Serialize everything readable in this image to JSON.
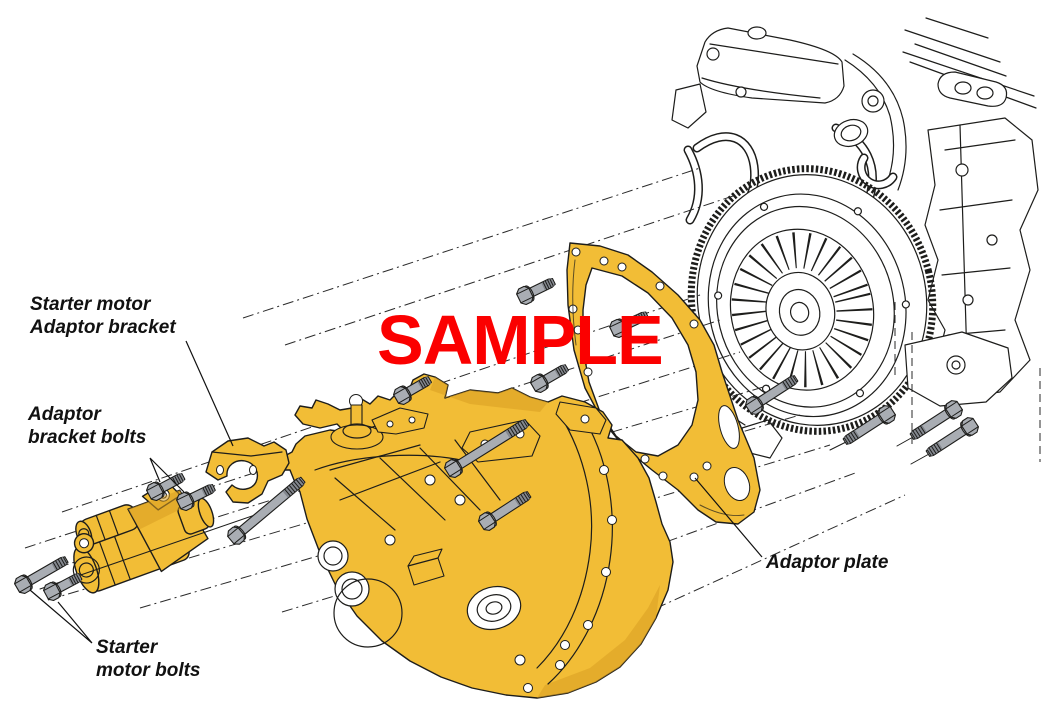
{
  "diagram": {
    "watermark_text": "SAMPLE",
    "labels": {
      "starter_motor_adaptor_bracket": {
        "line1": "Starter motor",
        "line2": "Adaptor bracket"
      },
      "adaptor_bracket_bolts": {
        "line1": "Adaptor",
        "line2": "bracket bolts"
      },
      "starter_motor_bolts": {
        "line1": "Starter",
        "line2": "motor bolts"
      },
      "adaptor_plate": {
        "line1": "Adaptor plate"
      }
    },
    "colors": {
      "background": "#FFFFFF",
      "part_highlight": "#F2BD36",
      "part_shading": "#D89F22",
      "line_art": "#1D1D1B",
      "bolt_gray": "#A9ADB3",
      "bolt_thread": "#84888F",
      "watermark_red": "#FB0000",
      "label_text": "#111111"
    }
  }
}
